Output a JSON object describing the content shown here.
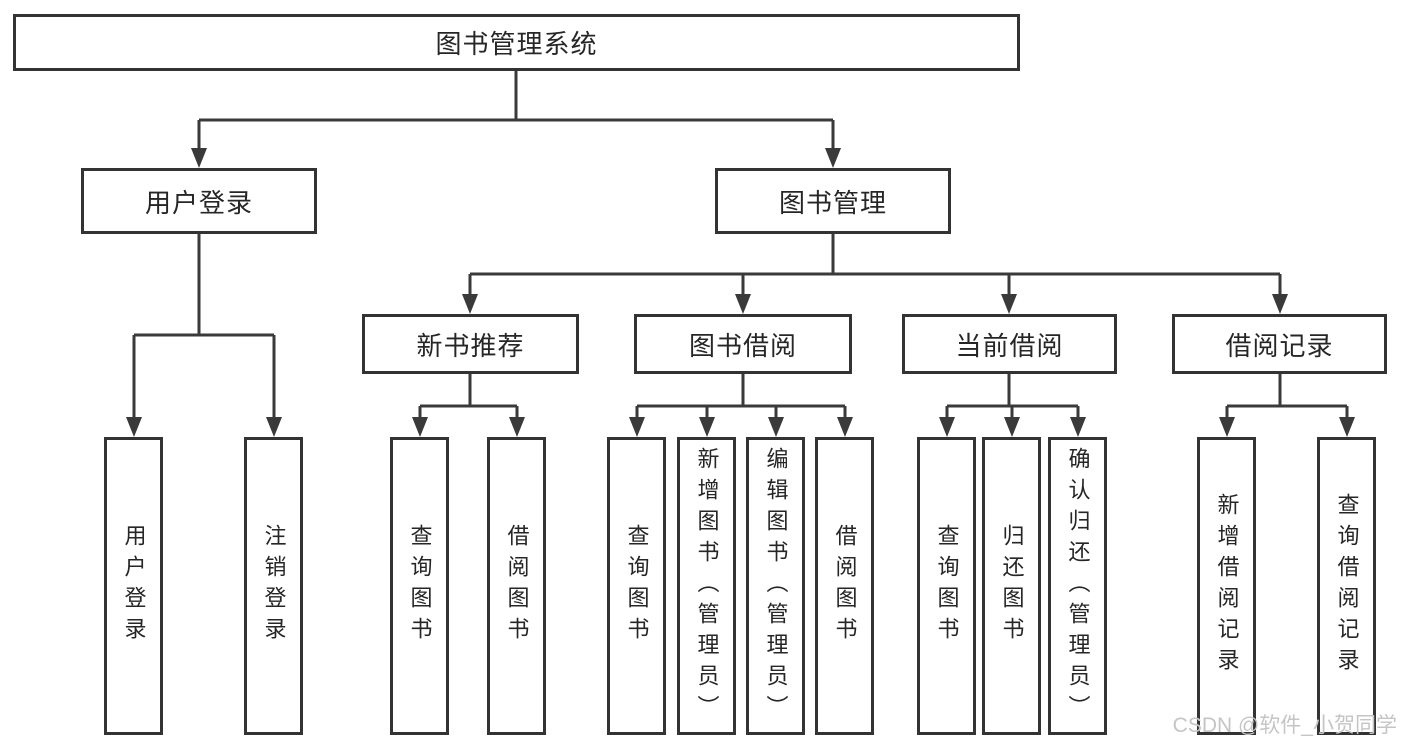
{
  "watermark": "CSDN @软件_小贺同学",
  "colors": {
    "line": "#3a3a3a",
    "box_border": "#333333",
    "text": "#262626",
    "watermark": "#c5c5c5",
    "background": "#ffffff"
  },
  "nodes": {
    "root": {
      "label": "图书管理系统"
    },
    "user_login": {
      "label": "用户登录"
    },
    "book_mgmt": {
      "label": "图书管理"
    },
    "new_book": {
      "label": "新书推荐"
    },
    "book_borrow": {
      "label": "图书借阅"
    },
    "current_borrow": {
      "label": "当前借阅"
    },
    "borrow_record": {
      "label": "借阅记录"
    },
    "leaf_user_login": {
      "label": "用户登录"
    },
    "leaf_logout": {
      "label": "注销登录"
    },
    "leaf_new_query": {
      "label": "查询图书"
    },
    "leaf_new_borrow": {
      "label": "借阅图书"
    },
    "leaf_bb_query": {
      "label": "查询图书"
    },
    "leaf_bb_add": {
      "label": "新增图书（管理员）"
    },
    "leaf_bb_edit": {
      "label": "编辑图书（管理员）"
    },
    "leaf_bb_borrow": {
      "label": "借阅图书"
    },
    "leaf_cb_query": {
      "label": "查询图书"
    },
    "leaf_cb_return": {
      "label": "归还图书"
    },
    "leaf_cb_confirm": {
      "label": "确认归还（管理员）"
    },
    "leaf_br_add": {
      "label": "新增借阅记录"
    },
    "leaf_br_query": {
      "label": "查询借阅记录"
    }
  }
}
